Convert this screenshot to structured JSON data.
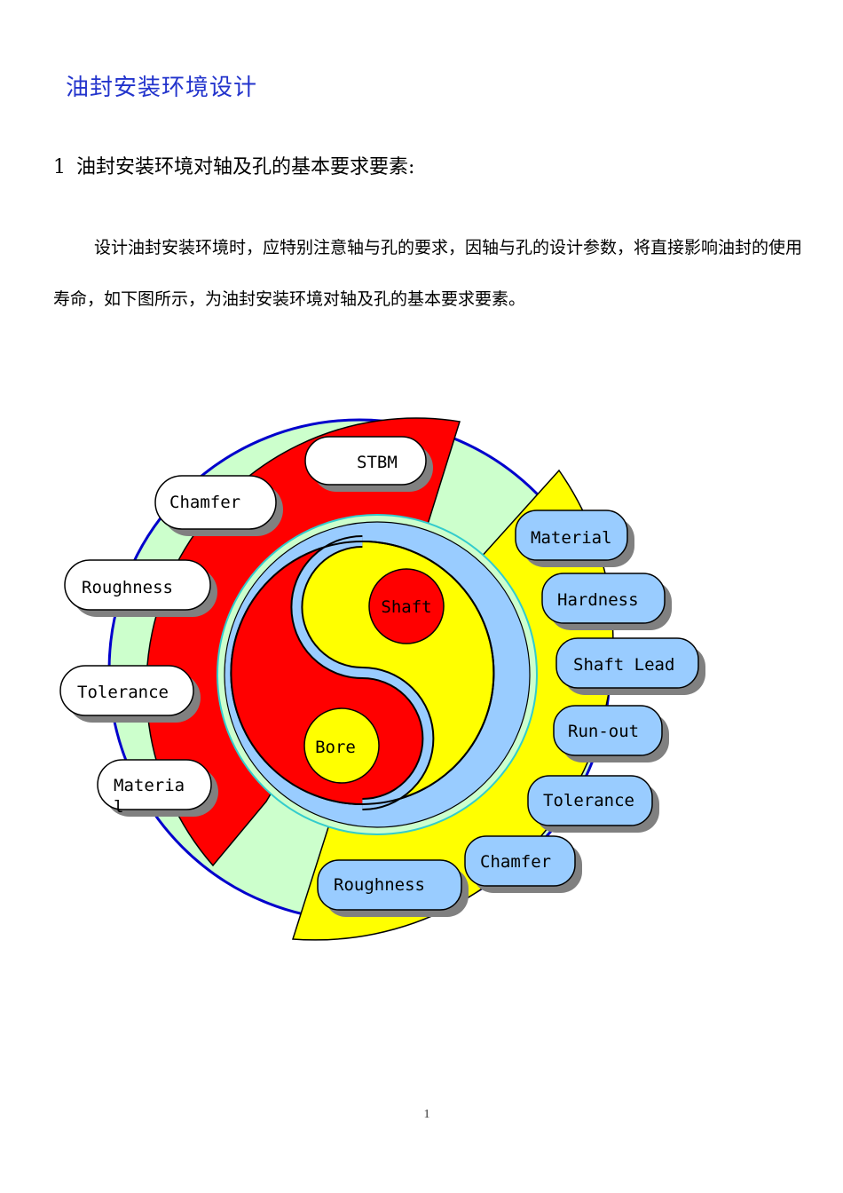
{
  "title": "油封安装环境设计",
  "section": {
    "number": "1",
    "heading": "油封安装环境对轴及孔的基本要求要素:"
  },
  "paragraph": "设计油封安装环境时，应特别注意轴与孔的要求，因轴与孔的设计参数，将直接影响油封的使用寿命，如下图所示，为油封安装环境对轴及孔的基本要求要素。",
  "diagram": {
    "center": {
      "shaft": "Shaft",
      "bore": "Bore"
    },
    "bore_factors": [
      "STBM",
      "Chamfer",
      "Roughness",
      "Tolerance",
      "Materia",
      "l"
    ],
    "shaft_factors": [
      "Material",
      "Hardness",
      "Shaft Lead",
      "Run-out",
      "Tolerance",
      "Chamfer",
      "Roughness"
    ],
    "colors": {
      "bore_sector": "#ff0000",
      "shaft_sector": "#ffff00",
      "ring_fill": "#ccffcc",
      "ring_outline": "#0000cc",
      "shaft_bubble": "#99ccff",
      "bore_bubble": "#ffffff",
      "inner_band": "#99ccff"
    }
  },
  "page_number": "1"
}
